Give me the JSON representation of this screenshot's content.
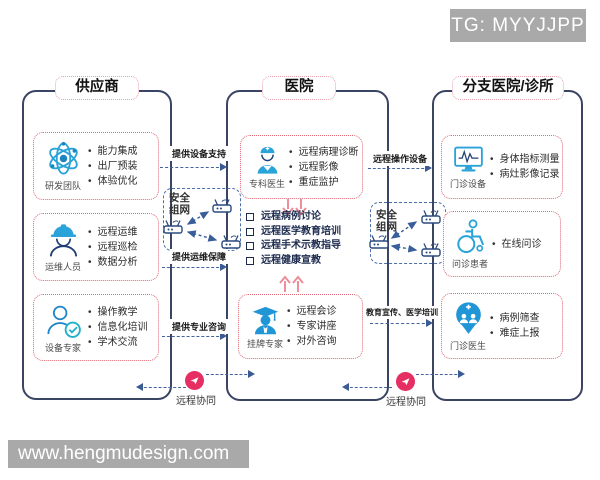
{
  "badges": {
    "tg": "TG: MYYJJPP",
    "watermark": "www.hengmudesign.com"
  },
  "columns": [
    {
      "title": "供应商",
      "boxes": [
        {
          "icon": "atom-icon",
          "label": "研发团队",
          "bullets": [
            "能力集成",
            "出厂预装",
            "体验优化"
          ]
        },
        {
          "icon": "worker-icon",
          "label": "运维人员",
          "bullets": [
            "远程运维",
            "远程巡检",
            "数据分析"
          ]
        },
        {
          "icon": "expert-check-icon",
          "label": "设备专家",
          "bullets": [
            "操作教学",
            "信息化培训",
            "学术交流"
          ]
        }
      ]
    },
    {
      "title": "医院",
      "boxes": [
        {
          "icon": "doctor-icon",
          "label": "专科医生",
          "bullets": [
            "远程病理诊断",
            "远程影像",
            "重症监护"
          ]
        },
        {
          "icon": "graduate-icon",
          "label": "挂牌专家",
          "bullets": [
            "远程会诊",
            "专家讲座",
            "对外咨询"
          ]
        }
      ],
      "checklist": [
        "远程病例讨论",
        "远程医学教育培训",
        "远程手术示教指导",
        "远程健康宣教"
      ]
    },
    {
      "title": "分支医院/诊所",
      "boxes": [
        {
          "icon": "monitor-icon",
          "label": "门诊设备",
          "bullets": [
            "身体指标测量",
            "病灶影像记录"
          ]
        },
        {
          "icon": "wheelchair-icon",
          "label": "问诊患者",
          "bullets": [
            "在线问诊"
          ]
        },
        {
          "icon": "clinic-doctor-icon",
          "label": "门诊医生",
          "bullets": [
            "病例筛查",
            "难症上报"
          ]
        }
      ]
    }
  ],
  "connections": {
    "supplier_to_hospital": [
      "提供设备支持",
      "提供运维保障",
      "提供专业咨询"
    ],
    "hospital_to_branch": [
      "远程操作设备",
      "教育宣传、医学培训"
    ],
    "secure_network_left": "安全组网",
    "secure_network_right": "安全组网",
    "remote_collab_left": "远程协同",
    "remote_collab_right": "远程协同"
  },
  "colors": {
    "box_red": "#de6875",
    "container_navy": "#3a4463",
    "icon_blue": "#2aa3d8",
    "arrow_blue": "#3a5e99",
    "collab_pink": "#e62e63",
    "badge_gray": "#a9a9a9"
  }
}
